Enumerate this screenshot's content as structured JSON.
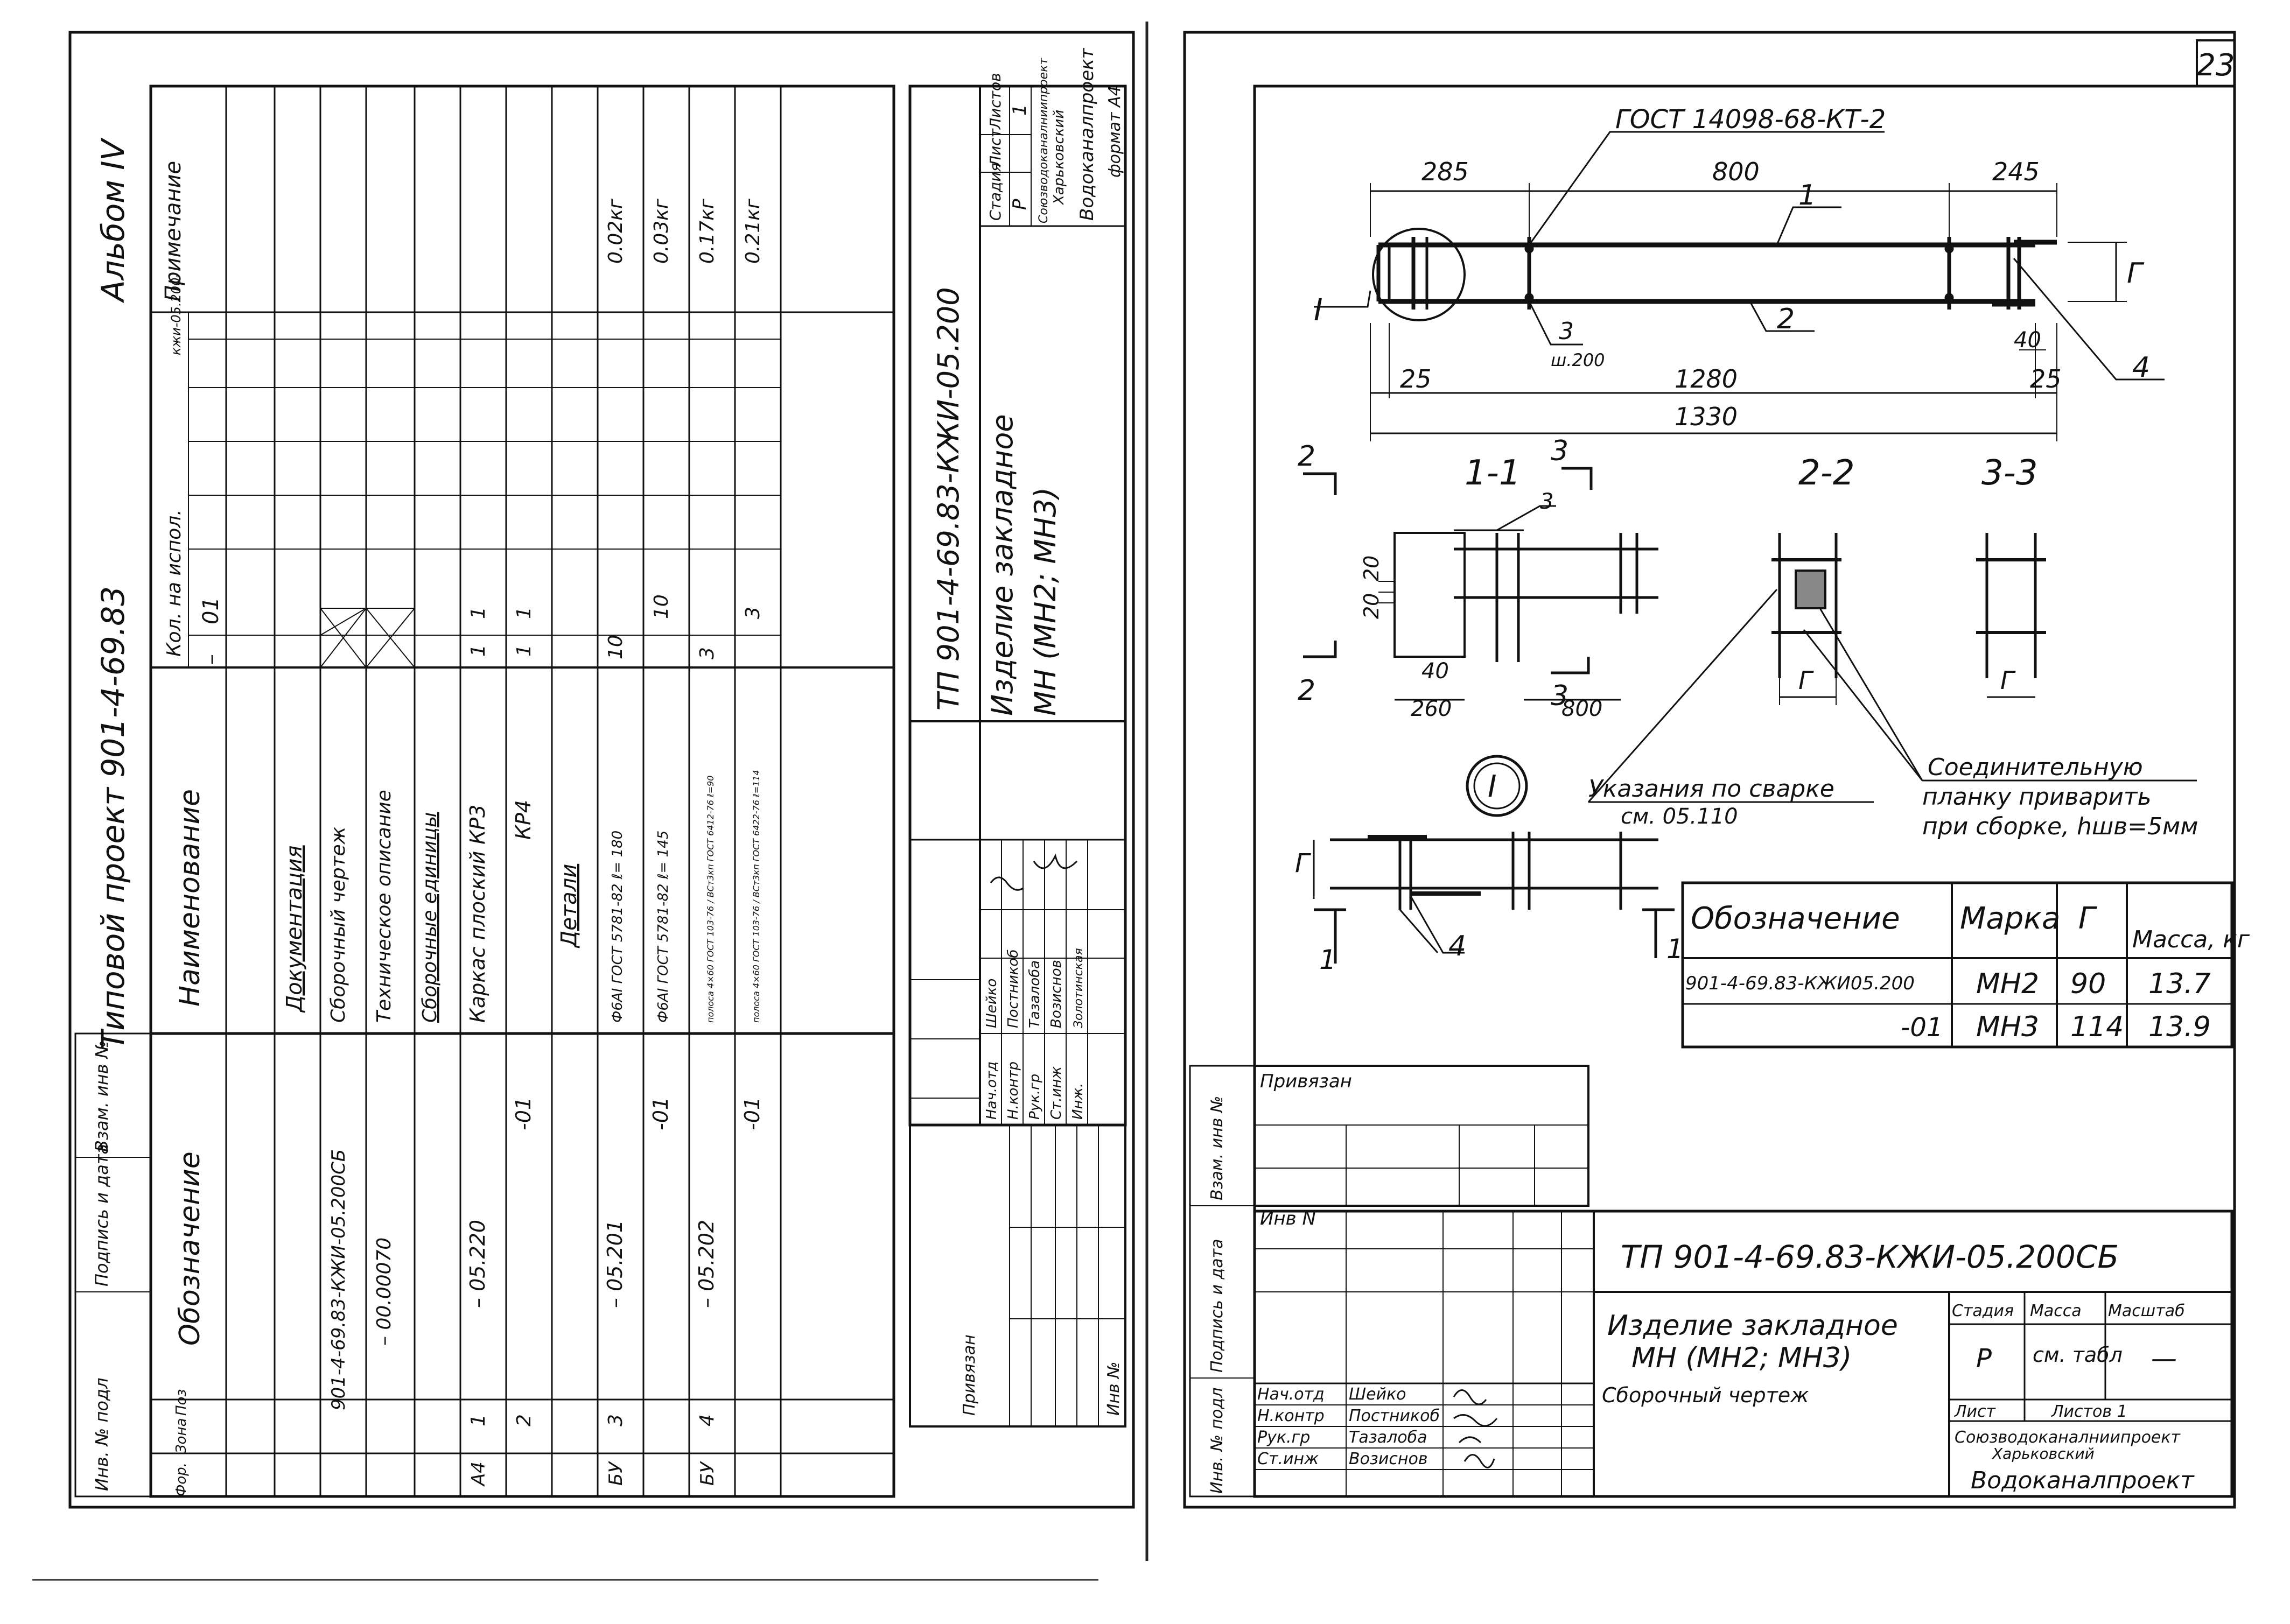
{
  "sheet_number": "23",
  "left_sheet": {
    "header": {
      "project": "Типовой проект 901-4-69.83",
      "album": "Альбом IV"
    },
    "columns": {
      "format": "Фор.",
      "zone": "Зона",
      "pos": "Поз",
      "designation": "Обозначение",
      "name": "Наименование",
      "qty": "Кол. на испол.",
      "qty_dash": "–",
      "qty_01": "01",
      "kzhi_code": "кжи-05.200-",
      "note": "Примечание"
    },
    "rows": [
      {
        "format": "",
        "pos": "",
        "designation": "",
        "name": "Документация",
        "q1": "",
        "q2": "",
        "note": ""
      },
      {
        "format": "",
        "pos": "",
        "designation": "901-4-69.83-КЖИ-05.200СБ",
        "name": "Сборочный чертеж",
        "q1": "",
        "q2": "",
        "note": ""
      },
      {
        "format": "",
        "pos": "",
        "designation": "– 00.00070",
        "name": "Техническое описание",
        "q1": "",
        "q2": "",
        "note": ""
      },
      {
        "format": "",
        "pos": "",
        "designation": "",
        "name": "Сборочные единицы",
        "q1": "",
        "q2": "",
        "note": ""
      },
      {
        "format": "А4",
        "pos": "1",
        "designation": "– 05.220",
        "name": "Каркас плоский   КР3",
        "q1": "1",
        "q2": "1",
        "note": ""
      },
      {
        "format": "",
        "pos": "2",
        "designation": "-01",
        "name": "КР4",
        "q1": "1",
        "q2": "1",
        "note": ""
      },
      {
        "format": "",
        "pos": "",
        "designation": "",
        "name": "Детали",
        "q1": "",
        "q2": "",
        "note": ""
      },
      {
        "format": "БУ",
        "pos": "3",
        "designation": "– 05.201",
        "name": "Ф6АI ГОСТ 5781-82  ℓ= 180",
        "q1": "10",
        "q2": "",
        "note": "0.02кг"
      },
      {
        "format": "",
        "pos": "",
        "designation": "-01",
        "name": "Ф6АI ГОСТ 5781-82  ℓ= 145",
        "q1": "",
        "q2": "10",
        "note": "0.03кг"
      },
      {
        "format": "БУ",
        "pos": "4",
        "designation": "– 05.202",
        "name": "полоса 4×60 ГОСТ 103-76 / ВСт3кп ГОСТ 6412-76  ℓ=90",
        "q1": "3",
        "q2": "",
        "note": "0.17кг"
      },
      {
        "format": "",
        "pos": "",
        "designation": "-01",
        "name": "полоса 4×60 ГОСТ 103-76 / ВСт3кп ГОСТ 6422-76  ℓ=114",
        "q1": "",
        "q2": "3",
        "note": "0.21кг"
      }
    ],
    "stamp": {
      "code": "ТП 901-4-69.83-КЖИ-05.200",
      "title_line1": "Изделие закладное",
      "title_line2": "МН (МН2; МН3)",
      "stage_label": "Стадия",
      "sheet_label": "Лист",
      "sheets_label": "Листов",
      "stage": "Р",
      "sheets": "1",
      "org1": "Союзводоканалниипроект",
      "org2": "Харьковский",
      "org3": "Водоканалпроект",
      "format_note": "формат А4",
      "roles": [
        {
          "role": "Нач.отд",
          "name": "Шейко"
        },
        {
          "role": "Н.контр",
          "name": "Постникоб"
        },
        {
          "role": "Рук.гр",
          "name": "Тазалоба"
        },
        {
          "role": "Ст.инж",
          "name": "Возиснов"
        },
        {
          "role": "Инж.",
          "name": "Золотинская"
        }
      ],
      "privyazan": "Привязан",
      "inv": "Инв №"
    },
    "side_labels": {
      "inv_podl": "Инв. № подл",
      "podpis": "Подпись и дата",
      "vzam": "Взам. инв №"
    }
  },
  "right_sheet": {
    "drawing": {
      "gost_label": "ГОСТ 14098-68-КТ-2",
      "dims": {
        "d285": "285",
        "d800": "800",
        "d245": "245",
        "d25a": "25",
        "d1280": "1280",
        "d25b": "25",
        "d1330": "1330",
        "d40": "40"
      },
      "labels": {
        "callout_I": "I",
        "pos1": "1",
        "pos2": "2",
        "pos3": "3",
        "pos3_sub": "ш.200",
        "pos4": "4",
        "g": "Г"
      },
      "sections": {
        "s11": "1-1",
        "s22": "2-2",
        "s33": "3-3",
        "mark2": "2",
        "mark3": "3"
      },
      "sec11_dims": {
        "d20a": "20",
        "d20b": "20",
        "d40": "40",
        "d260": "260",
        "d800": "800"
      },
      "detail_I": "I",
      "detail_pos4": "4",
      "detail_mark1": "1",
      "weld_note_line1": "Указания по сварке",
      "weld_note_line2": "см. 05.110",
      "plate_note_line1": "Соединительную",
      "plate_note_line2": "планку приварить",
      "plate_note_line3": "при сборке, hшв=5мм"
    },
    "table": {
      "headers": [
        "Обозначение",
        "Марка",
        "Г",
        "Масса, кг"
      ],
      "rows": [
        [
          "901-4-69.83-КЖИ05.200",
          "МН2",
          "90",
          "13.7"
        ],
        [
          "-01",
          "МН3",
          "114",
          "13.9"
        ]
      ]
    },
    "stamp": {
      "privyazan": "Привязан",
      "inv": "Инв N",
      "code": "ТП 901-4-69.83-КЖИ-05.200СБ",
      "title_line1": "Изделие закладное",
      "title_line2": "МН (МН2; МН3)",
      "subtitle": "Сборочный чертеж",
      "stage_label": "Стадия",
      "mass_label": "Масса",
      "scale_label": "Масштаб",
      "stage": "Р",
      "mass": "см. табл",
      "scale": "—",
      "sheet_label": "Лист",
      "sheets_label": "Листов 1",
      "org1": "Союзводоканалниипроект",
      "org2": "Харьковский",
      "org3": "Водоканалпроект",
      "roles": [
        {
          "role": "Нач.отд",
          "name": "Шейко"
        },
        {
          "role": "Н.контр",
          "name": "Постникоб"
        },
        {
          "role": "Рук.гр",
          "name": "Тазалоба"
        },
        {
          "role": "Ст.инж",
          "name": "Возиснов"
        }
      ]
    },
    "side_labels": {
      "inv_podl": "Инв. № подл",
      "podpis": "Подпись и дата",
      "vzam": "Взам. инв №"
    }
  }
}
